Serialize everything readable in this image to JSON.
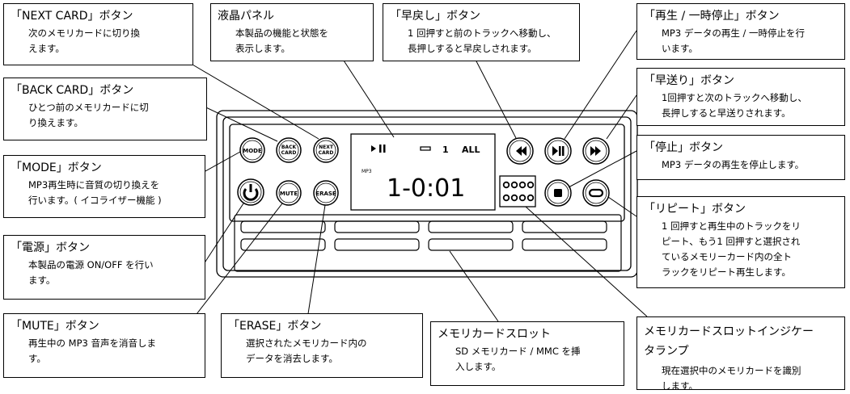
{
  "callouts": [
    {
      "id": "next-card",
      "title": "「NEXT CARD」ボタン",
      "desc": "次のメモリカードに切り換\nえます。"
    },
    {
      "id": "lcd",
      "title": "液晶パネル",
      "desc": "本製品の機能と状態を\n表示します。"
    },
    {
      "id": "rewind",
      "title": "「早戻し」ボタン",
      "desc": "1 回押すと前のトラックへ移動し、\n長押しすると早戻しされます。"
    },
    {
      "id": "play-pause",
      "title": "「再生 / 一時停止」ボタン",
      "desc": "MP3 データの再生 / 一時停止を行\nいます。"
    },
    {
      "id": "back-card",
      "title": "「BACK CARD」ボタン",
      "desc": "ひとつ前のメモリカードに切\nり換えます。"
    },
    {
      "id": "forward",
      "title": "「早送り」ボタン",
      "desc": "1回押すと次のトラックへ移動し、\n長押しすると早送りされます。"
    },
    {
      "id": "mode",
      "title": "「MODE」ボタン",
      "desc": "MP3再生時に音質の切り換えを\n行います。( イコライザー機能 )"
    },
    {
      "id": "stop",
      "title": "「停止」ボタン",
      "desc": "MP3 データの再生を停止します。"
    },
    {
      "id": "power",
      "title": "「電源」ボタン",
      "desc": "本製品の電源 ON/OFF を行い\nます。"
    },
    {
      "id": "repeat",
      "title": "「リピート」ボタン",
      "desc": "1 回押すと再生中のトラックをリ\nピート、もう1 回押すと選択され\nているメモリーカード内の全ト\nラックをリピート再生します。"
    },
    {
      "id": "mute",
      "title": "「MUTE」ボタン",
      "desc": "再生中の MP3 音声を消音しま\nす。"
    },
    {
      "id": "erase",
      "title": "「ERASE」ボタン",
      "desc": "選択されたメモリカード内の\nデータを消去します。"
    },
    {
      "id": "slot",
      "title": "メモリカードスロット",
      "desc": "SD メモリカード / MMC を挿\n入します。"
    },
    {
      "id": "indicator",
      "title": "メモリカードスロットインジケー\nタランプ",
      "desc": "現在選択中のメモリカードを識別\nします。"
    }
  ],
  "device": {
    "mode_label": "MODE",
    "back_card_label": [
      "BACK",
      "CARD"
    ],
    "next_card_label": [
      "NEXT",
      "CARD"
    ],
    "mute_label": "MUTE",
    "erase_label": "ERASE",
    "lcd_mp3": "MP3",
    "lcd_track": "1-0:01",
    "lcd_repeat_num": "1",
    "lcd_repeat_all": "ALL"
  }
}
